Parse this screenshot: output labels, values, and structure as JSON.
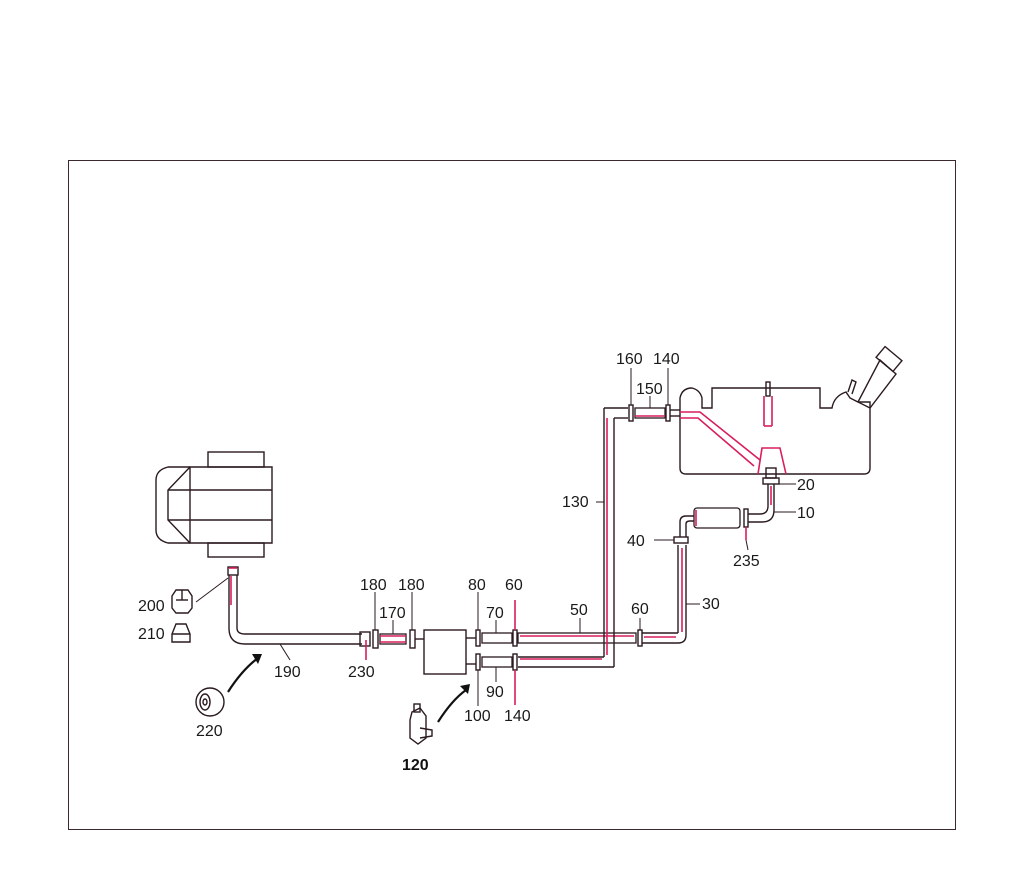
{
  "colors": {
    "outline": "#2a1a20",
    "accent": "#d81e5b",
    "background": "#ffffff"
  },
  "labels": {
    "p10": "10",
    "p20": "20",
    "p30": "30",
    "p40": "40",
    "p50": "50",
    "p60a": "60",
    "p60b": "60",
    "p70": "70",
    "p80": "80",
    "p90": "90",
    "p100": "100",
    "p120": "120",
    "p130": "130",
    "p140a": "140",
    "p140b": "140",
    "p150": "150",
    "p160": "160",
    "p170": "170",
    "p180a": "180",
    "p180b": "180",
    "p190": "190",
    "p200": "200",
    "p210": "210",
    "p220": "220",
    "p230": "230",
    "p235": "235"
  }
}
